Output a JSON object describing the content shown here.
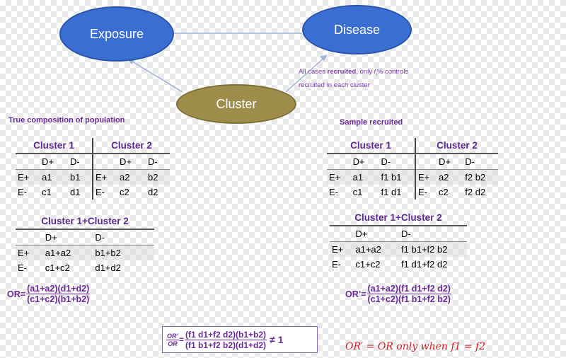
{
  "nodes": {
    "exposure": "Exposure",
    "disease": "Disease",
    "cluster": "Cluster"
  },
  "annotation": {
    "pre": "All cases ",
    "bold": "recruited",
    "mid": ", only ",
    "f": "f",
    "sub": "i",
    "post": "% controls",
    "line2": "recruited in each cluster"
  },
  "left": {
    "title": "True composition of population",
    "table1": {
      "h1": "Cluster 1",
      "h2": "Cluster 2",
      "dp": "D+",
      "dm": "D-",
      "ep": "E+",
      "em": "E-",
      "a1": "a1",
      "b1": "b1",
      "a2": "a2",
      "b2": "b2",
      "c1": "c1",
      "d1": "d1",
      "c2": "c2",
      "d2": "d2"
    },
    "table2": {
      "h": "Cluster 1+Cluster 2",
      "dp": "D+",
      "dm": "D-",
      "ep": "E+",
      "em": "E-",
      "a": "a1+a2",
      "b": "b1+b2",
      "c": "c1+c2",
      "d": "d1+d2"
    },
    "or": {
      "label": "OR=",
      "num": "(a1+a2)(d1+d2)",
      "den": "(c1+c2)(b1+b2)"
    }
  },
  "right": {
    "title": "Sample recruited",
    "table1": {
      "h1": "Cluster 1",
      "h2": "Cluster 2",
      "dp": "D+",
      "dm": "D-",
      "ep": "E+",
      "em": "E-",
      "a1": "a1",
      "b1": "f1 b1",
      "a2": "a2",
      "b2": "f2 b2",
      "c1": "c1",
      "d1": "f1 d1",
      "c2": "c2",
      "d2": "f2 d2"
    },
    "table2": {
      "h": "Cluster 1+Cluster 2",
      "dp": "D+",
      "dm": "D-",
      "ep": "E+",
      "em": "E-",
      "a": "a1+a2",
      "b": "f1 b1+f2 b2",
      "c": "c1+c2",
      "d": "f1 d1+f2 d2"
    },
    "or": {
      "label": "OR’=",
      "num": "(a1+a2)(f1 d1+f2 d2)",
      "den": "(c1+c2)(f1 b1+f2 b2)"
    }
  },
  "ratio": {
    "lhs_num": "OR’",
    "lhs_den": "OR",
    "eq": "=",
    "num": "(f1 d1+f2 d2)(b1+b2)",
    "den": "(f1 b1+f2 b2)(d1+d2)",
    "neq": "≠ 1"
  },
  "conclusion": "OR′ = OR only when f1 = f2",
  "colors": {
    "node_blue": "#3a6ed3",
    "cluster_olive": "#9e8d4a",
    "text_purple": "#6a2a9a",
    "red": "#d0202a"
  }
}
